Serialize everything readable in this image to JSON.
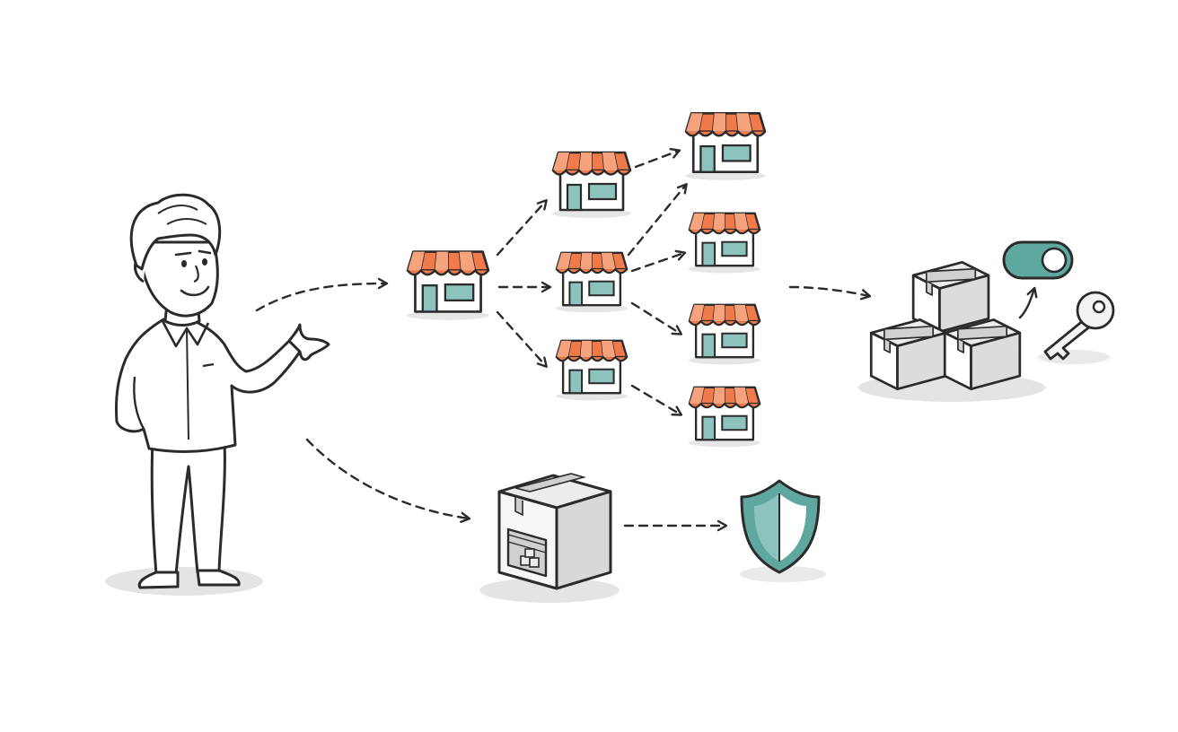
{
  "diagram": {
    "style": "hand-drawn sketch",
    "nodes": [
      {
        "id": "person",
        "kind": "person",
        "icon": "person-presenting-icon"
      },
      {
        "id": "store-root",
        "kind": "store",
        "icon": "storefront-icon"
      },
      {
        "id": "store-l1-a",
        "kind": "store",
        "icon": "storefront-icon"
      },
      {
        "id": "store-l1-b",
        "kind": "store",
        "icon": "storefront-icon"
      },
      {
        "id": "store-l1-c",
        "kind": "store",
        "icon": "storefront-icon"
      },
      {
        "id": "store-l2-a",
        "kind": "store",
        "icon": "storefront-icon"
      },
      {
        "id": "store-l2-b",
        "kind": "store",
        "icon": "storefront-icon"
      },
      {
        "id": "store-l2-c",
        "kind": "store",
        "icon": "storefront-icon"
      },
      {
        "id": "store-l2-d",
        "kind": "store",
        "icon": "storefront-icon"
      },
      {
        "id": "box-stack",
        "kind": "inventory",
        "icon": "box-stack-icon"
      },
      {
        "id": "toggle",
        "kind": "toggle",
        "icon": "toggle-switch-icon"
      },
      {
        "id": "key",
        "kind": "key",
        "icon": "key-icon"
      },
      {
        "id": "warehouse",
        "kind": "warehouse",
        "icon": "warehouse-box-icon"
      },
      {
        "id": "shield",
        "kind": "security",
        "icon": "shield-icon"
      }
    ],
    "edges": [
      {
        "from": "person",
        "to": "store-root",
        "style": "dashed"
      },
      {
        "from": "store-root",
        "to": "store-l1-a",
        "style": "dashed"
      },
      {
        "from": "store-root",
        "to": "store-l1-b",
        "style": "dashed"
      },
      {
        "from": "store-root",
        "to": "store-l1-c",
        "style": "dashed"
      },
      {
        "from": "store-l1-a",
        "to": "store-l2-a",
        "style": "dashed"
      },
      {
        "from": "store-l1-b",
        "to": "store-l2-a",
        "style": "dashed"
      },
      {
        "from": "store-l1-b",
        "to": "store-l2-b",
        "style": "dashed"
      },
      {
        "from": "store-l1-b",
        "to": "store-l2-c",
        "style": "dashed"
      },
      {
        "from": "store-l1-c",
        "to": "store-l2-d",
        "style": "dashed"
      },
      {
        "from": "store-l2-b",
        "to": "box-stack",
        "style": "dashed"
      },
      {
        "from": "box-stack",
        "to": "toggle",
        "style": "solid"
      },
      {
        "from": "person",
        "to": "warehouse",
        "style": "dashed"
      },
      {
        "from": "warehouse",
        "to": "shield",
        "style": "dashed"
      }
    ]
  },
  "colors": {
    "ink": "#2b2b2b",
    "awning": "#f07a4a",
    "awning_light": "#f6a27c",
    "teal": "#5fa8a0",
    "teal_light": "#8cc4bd",
    "shadow": "#e4e4e4",
    "box": "#f3f3f3",
    "box_side": "#d9d9d9"
  }
}
